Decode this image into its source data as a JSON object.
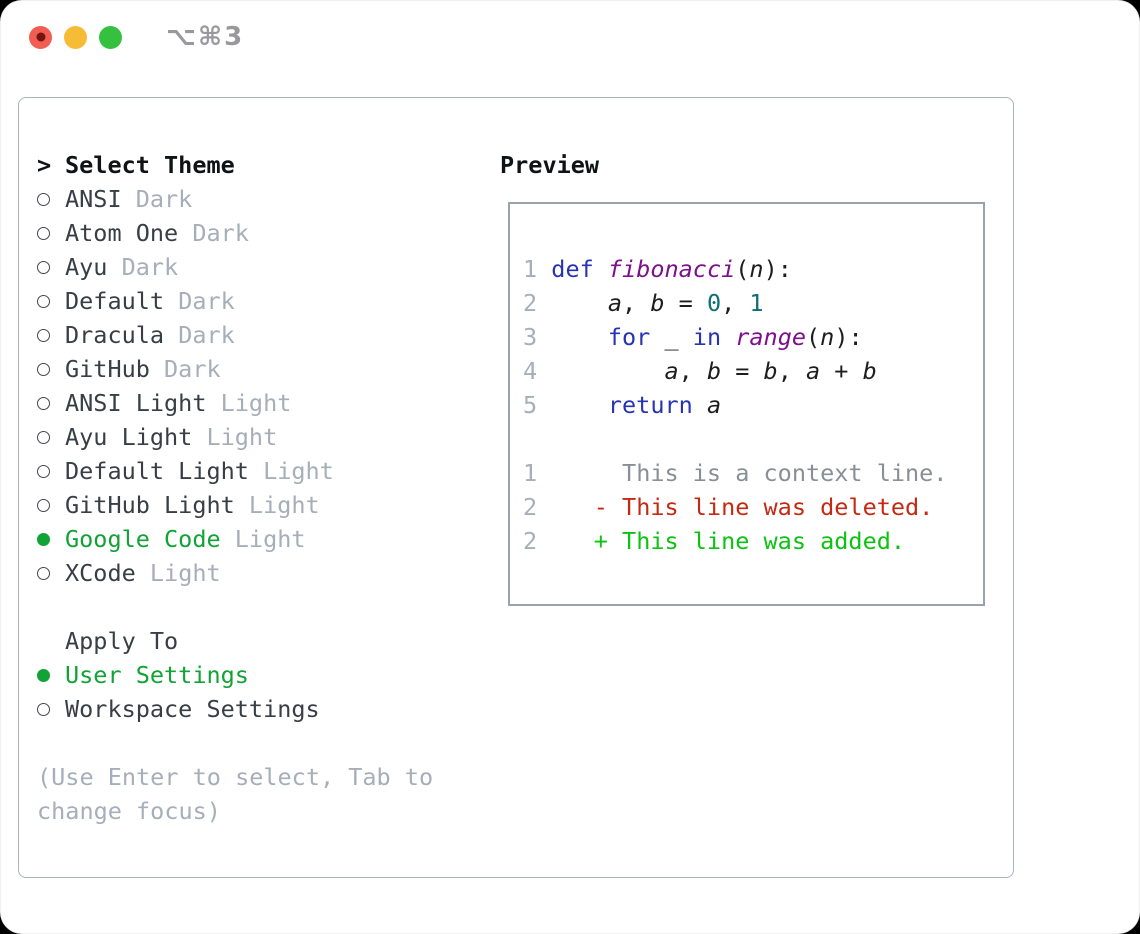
{
  "window": {
    "shortcut_label": "⌥⌘3"
  },
  "traffic_lights": {
    "close_color": "#f25d52",
    "close_dot_color": "#701512",
    "minimize_color": "#f7bc36",
    "zoom_color": "#35c13f"
  },
  "colors": {
    "heading": "#101316",
    "text": "#383e45",
    "muted": "#a6aeb9",
    "green": "#12a336",
    "shortcut": "#98989d",
    "panel_border": "#aab3bc",
    "preview_border": "#9aa3ad",
    "line_number": "#a6aeb9",
    "keyword_blue": "#2633b2",
    "function_purple": "#7d108d",
    "number_teal": "#0e6e73",
    "code_plain": "#1c1d1f",
    "context_gray": "#898f96",
    "deleted_red": "#c42a12",
    "added_green": "#0cc212"
  },
  "theme_picker": {
    "cursor": ">",
    "title": "Select Theme",
    "themes": [
      {
        "name": "ANSI",
        "variant": "Dark",
        "selected": false
      },
      {
        "name": "Atom One",
        "variant": "Dark",
        "selected": false
      },
      {
        "name": "Ayu",
        "variant": "Dark",
        "selected": false
      },
      {
        "name": "Default",
        "variant": "Dark",
        "selected": false
      },
      {
        "name": "Dracula",
        "variant": "Dark",
        "selected": false
      },
      {
        "name": "GitHub",
        "variant": "Dark",
        "selected": false
      },
      {
        "name": "ANSI Light",
        "variant": "Light",
        "selected": false
      },
      {
        "name": "Ayu Light",
        "variant": "Light",
        "selected": false
      },
      {
        "name": "Default Light",
        "variant": "Light",
        "selected": false
      },
      {
        "name": "GitHub Light",
        "variant": "Light",
        "selected": false
      },
      {
        "name": "Google Code",
        "variant": "Light",
        "selected": true
      },
      {
        "name": "XCode",
        "variant": "Light",
        "selected": false
      }
    ],
    "apply_to": {
      "title": "Apply To",
      "options": [
        {
          "label": "User Settings",
          "selected": true
        },
        {
          "label": "Workspace Settings",
          "selected": false
        }
      ]
    },
    "help_lines": [
      "(Use Enter to select, Tab to",
      "change focus)"
    ]
  },
  "preview": {
    "title": "Preview",
    "code_lines": [
      {
        "num": "1",
        "tokens": [
          {
            "t": "def",
            "c": "kw"
          },
          {
            "t": " ",
            "c": "pl"
          },
          {
            "t": "fibonacci",
            "c": "fn"
          },
          {
            "t": "(",
            "c": "pl"
          },
          {
            "t": "n",
            "c": "var"
          },
          {
            "t": "):",
            "c": "pl"
          }
        ]
      },
      {
        "num": "2",
        "tokens": [
          {
            "t": "    ",
            "c": "pl"
          },
          {
            "t": "a",
            "c": "var"
          },
          {
            "t": ", ",
            "c": "pl"
          },
          {
            "t": "b",
            "c": "var"
          },
          {
            "t": " = ",
            "c": "pl"
          },
          {
            "t": "0",
            "c": "num"
          },
          {
            "t": ", ",
            "c": "pl"
          },
          {
            "t": "1",
            "c": "num"
          }
        ]
      },
      {
        "num": "3",
        "tokens": [
          {
            "t": "    ",
            "c": "pl"
          },
          {
            "t": "for",
            "c": "kw"
          },
          {
            "t": " _ ",
            "c": "pl"
          },
          {
            "t": "in",
            "c": "kw"
          },
          {
            "t": " ",
            "c": "pl"
          },
          {
            "t": "range",
            "c": "fn"
          },
          {
            "t": "(",
            "c": "pl"
          },
          {
            "t": "n",
            "c": "var"
          },
          {
            "t": "):",
            "c": "pl"
          }
        ]
      },
      {
        "num": "4",
        "tokens": [
          {
            "t": "        ",
            "c": "pl"
          },
          {
            "t": "a",
            "c": "var"
          },
          {
            "t": ", ",
            "c": "pl"
          },
          {
            "t": "b",
            "c": "var"
          },
          {
            "t": " = ",
            "c": "pl"
          },
          {
            "t": "b",
            "c": "var"
          },
          {
            "t": ", ",
            "c": "pl"
          },
          {
            "t": "a",
            "c": "var"
          },
          {
            "t": " + ",
            "c": "pl"
          },
          {
            "t": "b",
            "c": "var"
          }
        ]
      },
      {
        "num": "5",
        "tokens": [
          {
            "t": "    ",
            "c": "pl"
          },
          {
            "t": "return",
            "c": "kw"
          },
          {
            "t": " ",
            "c": "pl"
          },
          {
            "t": "a",
            "c": "var"
          }
        ]
      }
    ],
    "diff_lines": [
      {
        "num": "1",
        "text": "      This is a context line.",
        "kind": "ctx"
      },
      {
        "num": "2",
        "text": "    - This line was deleted.",
        "kind": "del"
      },
      {
        "num": "2",
        "text": "    + This line was added.",
        "kind": "add"
      }
    ]
  }
}
